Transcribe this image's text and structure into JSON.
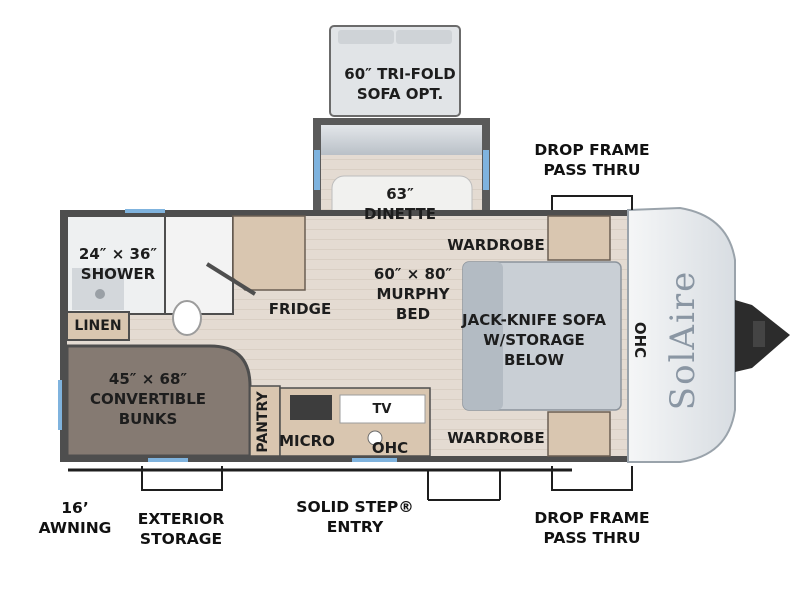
{
  "labels": {
    "tri_fold_sofa": [
      "60″ TRI-FOLD",
      "SOFA OPT."
    ],
    "dinette": [
      "63″",
      "DINETTE"
    ],
    "drop_frame_top": [
      "DROP FRAME",
      "PASS THRU"
    ],
    "wardrobe_top": "WARDROBE",
    "shower": [
      "24″ × 36″",
      "SHOWER"
    ],
    "murphy_bed": [
      "60″ × 80″",
      "MURPHY",
      "BED"
    ],
    "fridge": "FRIDGE",
    "linen": "LINEN",
    "jack_knife_sofa": [
      "JACK-KNIFE SOFA",
      "W/STORAGE",
      "BELOW"
    ],
    "ohc_front": "OHC",
    "bunks": [
      "45″ × 68″",
      "CONVERTIBLE",
      "BUNKS"
    ],
    "tv": "TV",
    "pantry": "PANTRY",
    "micro": "MICRO",
    "ohc_kitchen": "OHC",
    "wardrobe_bottom": "WARDROBE",
    "awning": [
      "16’",
      "AWNING"
    ],
    "exterior_storage": [
      "EXTERIOR",
      "STORAGE"
    ],
    "entry": [
      "SOLID STEP®",
      "ENTRY"
    ],
    "drop_frame_bottom": [
      "DROP FRAME",
      "PASS THRU"
    ]
  },
  "brand": {
    "logo_text": "SolAire"
  },
  "colors": {
    "wall": "#4e4e4e",
    "floor": "#e4dbd2",
    "cabinet": "#d9c6b0",
    "bunk_carpet": "#857a72",
    "sofa": "#c9cfd5",
    "window": "#7fb3de",
    "front_cap": "#eef1f3"
  }
}
